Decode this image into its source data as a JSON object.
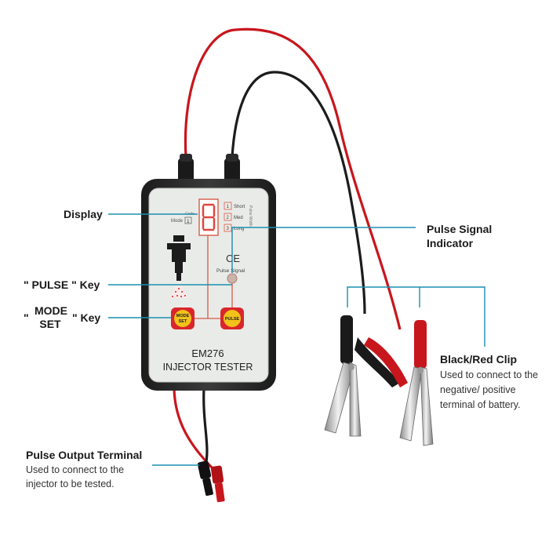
{
  "device": {
    "model": "EM276",
    "name": "INJECTOR TESTER",
    "ce_mark": "CE",
    "pulse_signal_label": "Pulse Signal",
    "display_caption_1": "Code",
    "display_caption_2": "Mode",
    "mode_digit": "1",
    "mode_options": [
      {
        "num": "1",
        "label": "Short"
      },
      {
        "num": "2",
        "label": "Med"
      },
      {
        "num": "3",
        "label": "Long"
      }
    ],
    "pulse_width_label": "Pulse Width",
    "mode_button_line1": "MODE",
    "mode_button_line2": "SET",
    "pulse_button": "PULSE"
  },
  "callouts": {
    "display": "Display",
    "pulse_key": "\" PULSE \" Key",
    "mode_key_open": "\"",
    "mode_key_line1": "MODE",
    "mode_key_line2": "SET",
    "mode_key_close": "\" Key",
    "pulse_signal_line1": "Pulse Signal",
    "pulse_signal_line2": "Indicator",
    "clip_title": "Black/Red Clip",
    "clip_desc": [
      "Used to connect to the",
      "negative/ positive",
      "terminal of battery."
    ],
    "output_title": "Pulse Output Terminal",
    "output_desc": [
      "Used to connect to the",
      "injector to be tested."
    ]
  },
  "colors": {
    "callout_line": "#1b8fb0",
    "housing": "#2b2b2b",
    "panel": "#e9ebe8",
    "button_yellow": "#f2c21b",
    "button_red": "#d9262b",
    "wire_red": "#c8161d",
    "wire_black": "#1c1c1c",
    "trace_red": "#d85a47"
  }
}
